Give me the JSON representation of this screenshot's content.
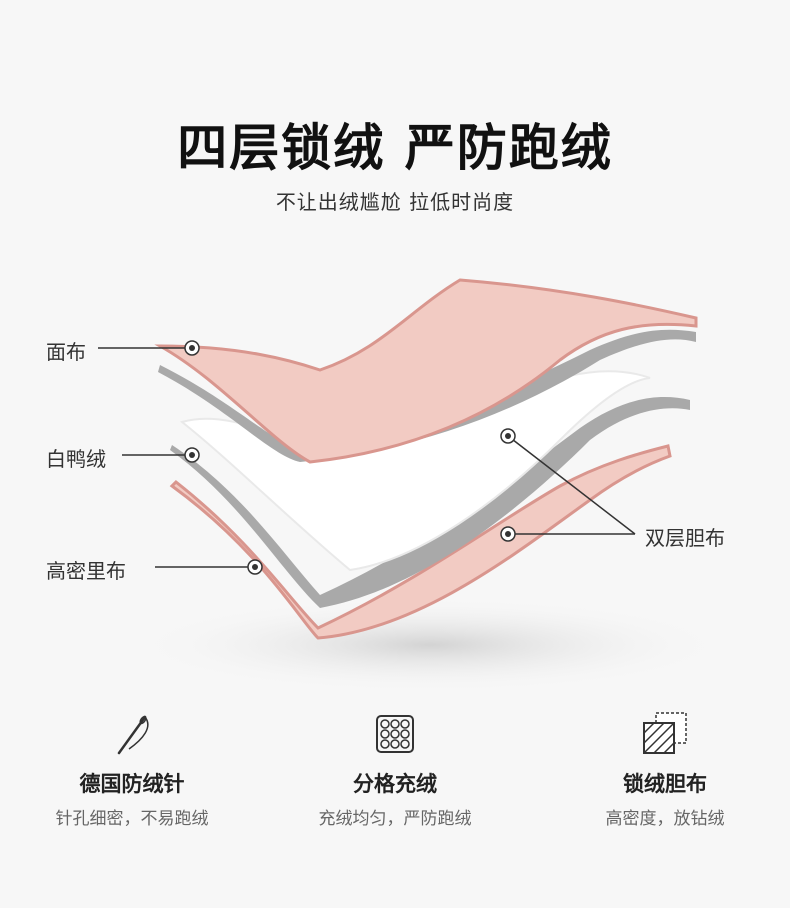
{
  "header": {
    "title": "四层锁绒 严防跑绒",
    "subtitle": "不让出绒尴尬 拉低时尚度"
  },
  "diagram": {
    "labels": {
      "face_fabric": "面布",
      "white_duck_down": "白鸭绒",
      "high_density_lining": "高密里布",
      "double_layer_liner": "双层胆布"
    },
    "colors": {
      "pink_layer": "#f2cbc3",
      "pink_edge": "#d9968e",
      "gray_layer": "#a9a9a9",
      "down_fill": "#ffffff"
    }
  },
  "features": [
    {
      "icon": "needle-icon",
      "title": "德国防绒针",
      "desc": "针孔细密，不易跑绒"
    },
    {
      "icon": "grid-quilt-icon",
      "title": "分格充绒",
      "desc": "充绒均匀，严防跑绒"
    },
    {
      "icon": "fabric-swatch-icon",
      "title": "锁绒胆布",
      "desc": "高密度，放钻绒"
    }
  ]
}
